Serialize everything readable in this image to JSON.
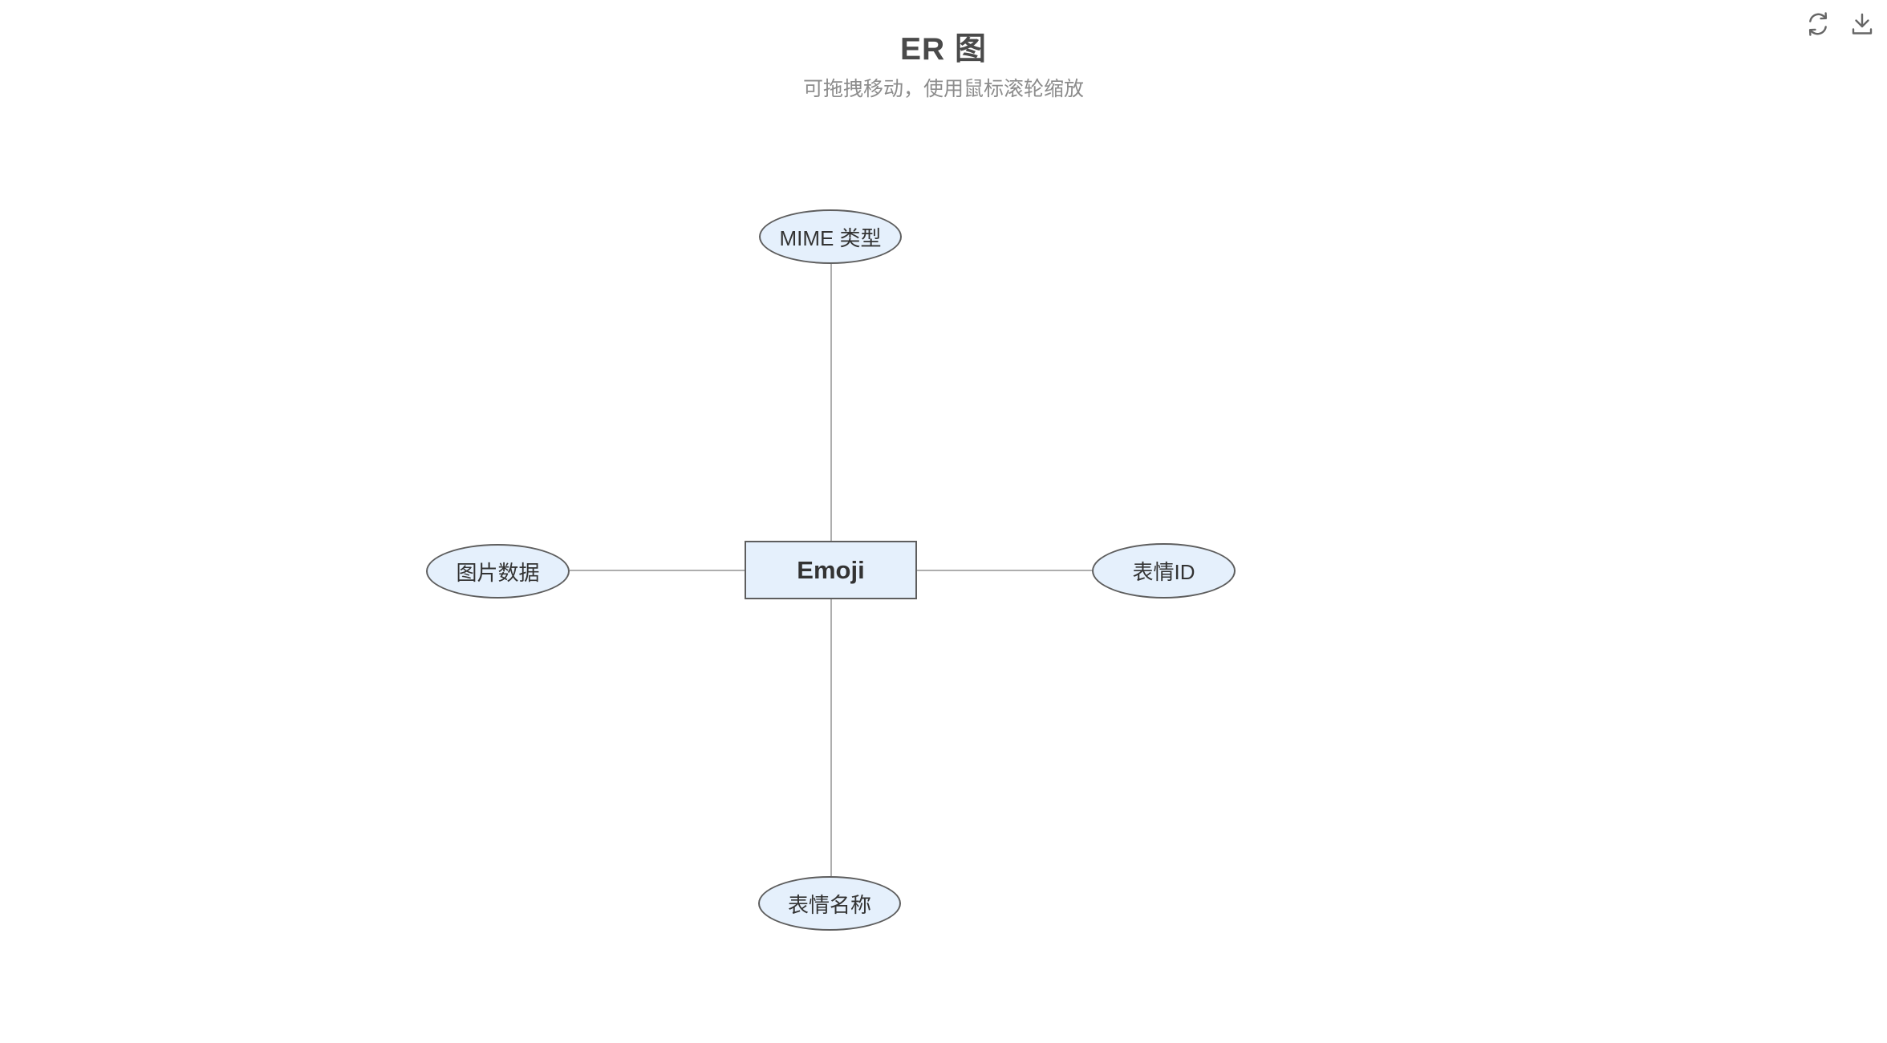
{
  "page": {
    "title": "ER 图",
    "subtitle": "可拖拽移动，使用鼠标滚轮缩放"
  },
  "toolbar": {
    "icons": [
      {
        "name": "refresh-icon"
      },
      {
        "name": "download-icon"
      }
    ]
  },
  "colors": {
    "background": "#ffffff",
    "title_text": "#4a4a4a",
    "subtitle_text": "#8c8c8c",
    "node_fill": "#e5f0fc",
    "node_border": "#5e5e5e",
    "node_text": "#333333",
    "connector": "#aeaeae",
    "icon": "#666666"
  },
  "diagram": {
    "entity": {
      "label": "Emoji",
      "shape": "rectangle"
    },
    "attributes": [
      {
        "id": "mime-type",
        "label": "MIME 类型",
        "shape": "ellipse",
        "position": "top"
      },
      {
        "id": "image-data",
        "label": "图片数据",
        "shape": "ellipse",
        "position": "left"
      },
      {
        "id": "emoji-id",
        "label": "表情ID",
        "shape": "ellipse",
        "position": "right"
      },
      {
        "id": "emoji-name",
        "label": "表情名称",
        "shape": "ellipse",
        "position": "bottom"
      }
    ],
    "edges": [
      {
        "from": "Emoji",
        "to": "MIME 类型"
      },
      {
        "from": "Emoji",
        "to": "图片数据"
      },
      {
        "from": "Emoji",
        "to": "表情ID"
      },
      {
        "from": "Emoji",
        "to": "表情名称"
      }
    ]
  }
}
